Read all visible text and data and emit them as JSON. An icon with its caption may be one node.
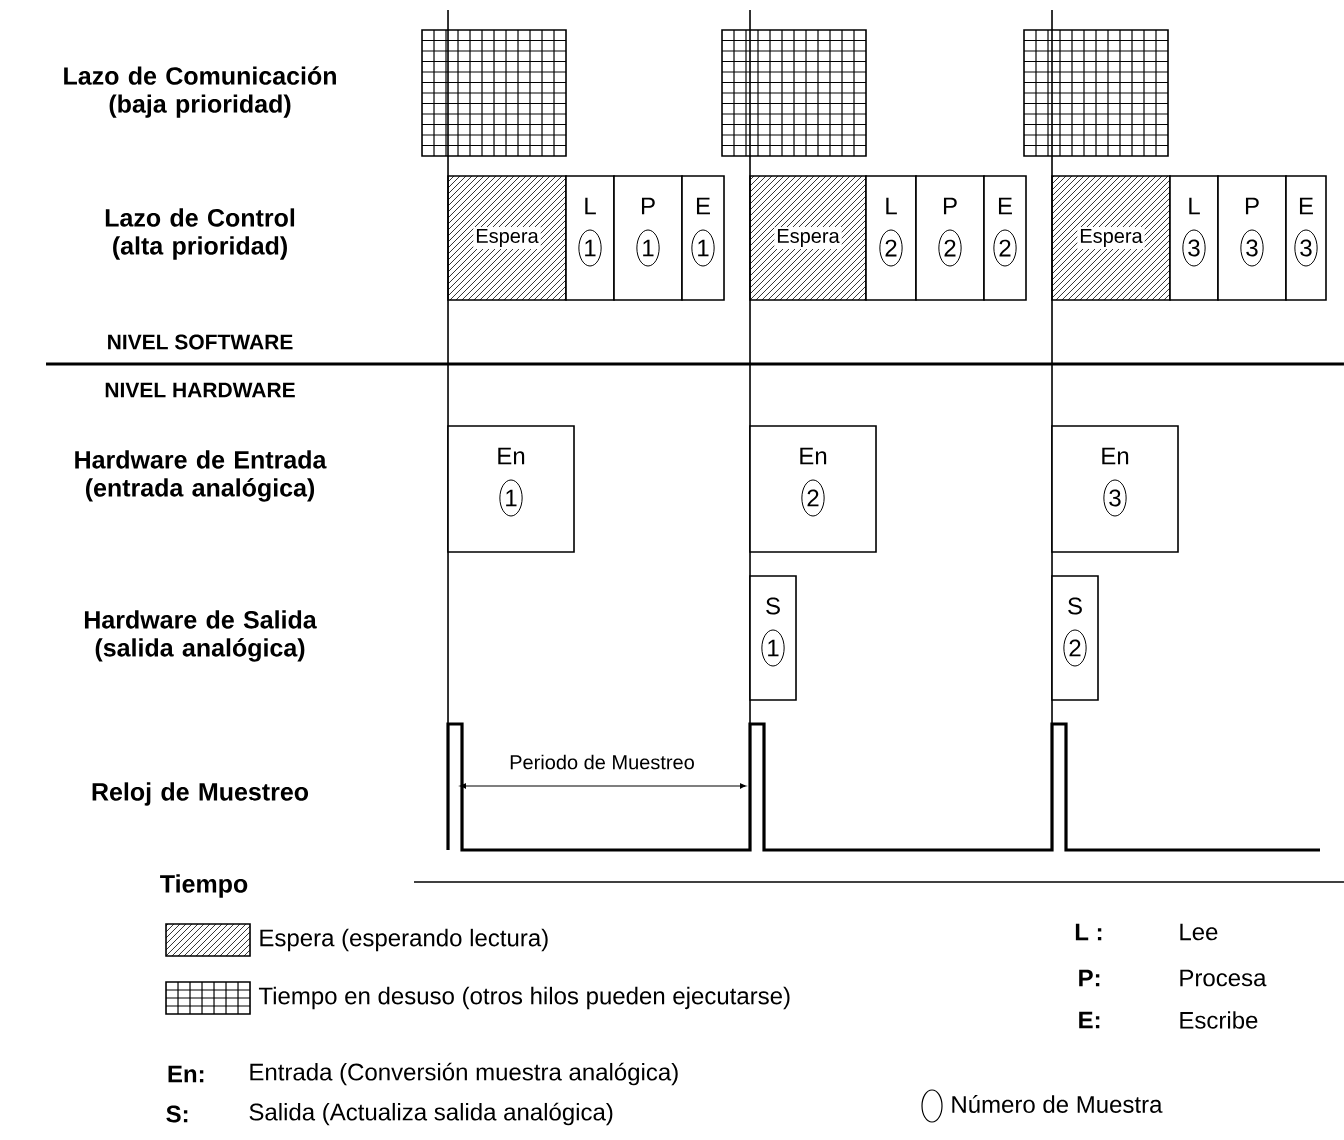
{
  "diagram": {
    "nodes": [
      {
        "text": [],
        "shape": "box"
      },
      {
        "text": [],
        "shape": "box"
      },
      {
        "text": [],
        "shape": "box"
      },
      {
        "text": [
          "Espera"
        ]
      },
      {
        "text": [
          "L",
          "1"
        ]
      },
      {
        "text": [
          "P",
          "1"
        ]
      },
      {
        "text": [
          "E",
          "1"
        ]
      },
      {
        "text": [
          "Espera"
        ]
      },
      {
        "text": [
          "L",
          "2"
        ]
      },
      {
        "text": [
          "P",
          "2"
        ]
      },
      {
        "text": [
          "E",
          "2"
        ]
      },
      {
        "text": [
          "Espera"
        ]
      },
      {
        "text": [
          "L",
          "3"
        ]
      },
      {
        "text": [
          "P",
          "3"
        ]
      },
      {
        "text": [
          "E",
          "3"
        ]
      },
      {
        "text": [
          "En",
          "1"
        ]
      },
      {
        "text": [
          "En",
          "2"
        ]
      },
      {
        "text": [
          "En",
          "3"
        ]
      },
      {
        "text": [
          "S",
          "1"
        ]
      },
      {
        "text": [
          "S",
          "2"
        ]
      }
    ],
    "labels": [
      "Lazo de Comunicación (baja prioridad)",
      "Lazo de Control (alta prioridad)",
      "NIVEL SOFTWARE",
      "NIVEL HARDWARE",
      "Hardware de Entrada (entrada analógica)",
      "Hardware de Salida (salida analógica)",
      "Reloj de Muestreo",
      "Periodo de Muestreo",
      "Tiempo",
      "L :",
      "Lee",
      "P:",
      "Procesa",
      "E:",
      "Escribe",
      "En:",
      "Entrada (Conversión muestra analógica)",
      "S:",
      "Salida (Actualiza salida analógica)"
    ],
    "legend": [
      {
        "text": "Espera (esperando lectura)"
      },
      {
        "text": "Tiempo en desuso (otros hilos pueden ejecutarse)"
      },
      {
        "text": "Número de Muestra"
      }
    ]
  }
}
